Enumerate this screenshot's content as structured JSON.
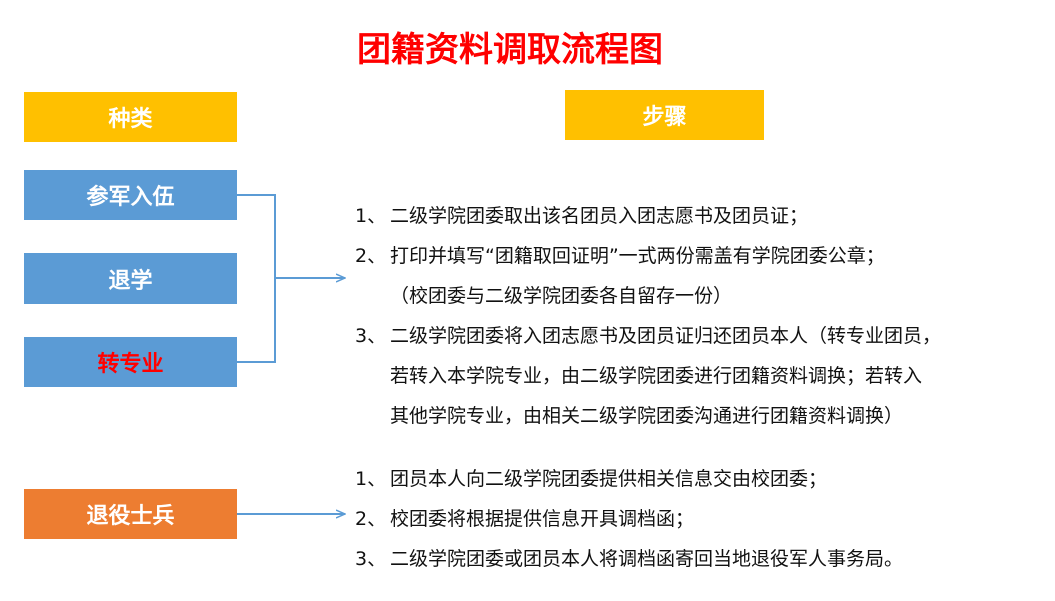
{
  "title": "团籍资料调取流程图",
  "headers": {
    "category": "种类",
    "steps": "步骤"
  },
  "categories": [
    {
      "label": "参军入伍"
    },
    {
      "label": "退学"
    },
    {
      "label": "转专业"
    },
    {
      "label": "退役士兵"
    }
  ],
  "group1": [
    {
      "num": "1、",
      "text": "二级学院团委取出该名团员入团志愿书及团员证；"
    },
    {
      "num": "2、",
      "text": "打印并填写“团籍取回证明”一式两份需盖有学院团委公章；"
    },
    {
      "num": "",
      "text": "（校团委与二级学院团委各自留存一份）"
    },
    {
      "num": "3、",
      "text": "二级学院团委将入团志愿书及团员证归还团员本人（转专业团员，"
    },
    {
      "num": "",
      "text": "若转入本学院专业，由二级学院团委进行团籍资料调换；若转入"
    },
    {
      "num": "",
      "text": "其他学院专业，由相关二级学院团委沟通进行团籍资料调换）"
    }
  ],
  "group2": [
    {
      "num": "1、",
      "text": "团员本人向二级学院团委提供相关信息交由校团委；"
    },
    {
      "num": "2、",
      "text": "校团委将根据提供信息开具调档函；"
    },
    {
      "num": "3、",
      "text": "二级学院团委或团员本人将调档函寄回当地退役军人事务局。"
    }
  ],
  "colors": {
    "title": "#FF0000",
    "header": "#FFC000",
    "category": "#5B9BD5",
    "veteran": "#ED7D31",
    "highlight": "#FF0000",
    "connector": "#5B9BD5"
  }
}
